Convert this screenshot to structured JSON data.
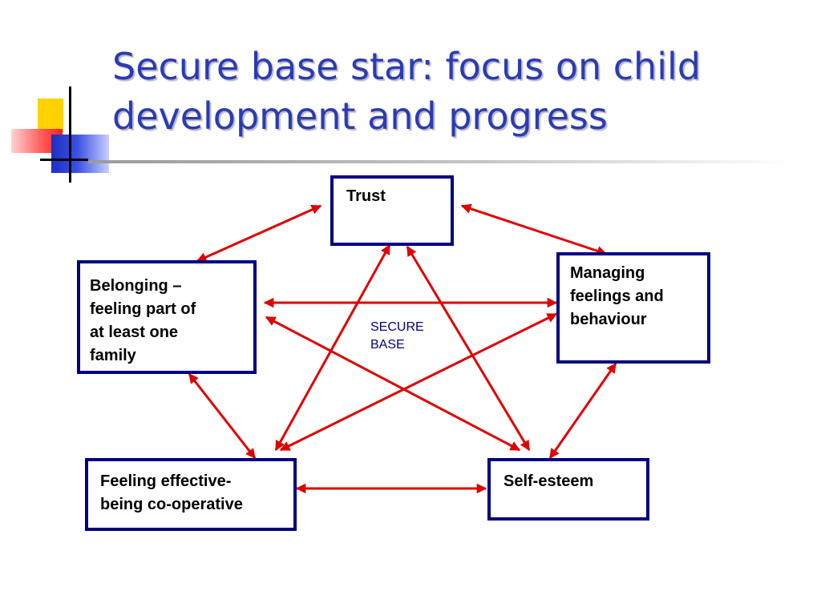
{
  "title": {
    "line1": "Secure base star: focus on child",
    "line2": "development and progress"
  },
  "center_label": {
    "line1": "SECURE",
    "line2": "BASE"
  },
  "nodes": {
    "trust": {
      "lines": [
        "Trust"
      ]
    },
    "managing": {
      "lines": [
        "Managing",
        "feelings and",
        "behaviour"
      ]
    },
    "belonging": {
      "lines": [
        "Belonging –",
        "feeling part of",
        "at least one",
        "family"
      ]
    },
    "effective": {
      "lines": [
        "Feeling effective-",
        "being co-operative"
      ]
    },
    "selfesteem": {
      "lines": [
        "Self-esteem"
      ]
    }
  },
  "connections": [
    {
      "from": "trust",
      "to": "belonging"
    },
    {
      "from": "trust",
      "to": "managing"
    },
    {
      "from": "trust",
      "to": "effective"
    },
    {
      "from": "trust",
      "to": "selfesteem"
    },
    {
      "from": "belonging",
      "to": "managing"
    },
    {
      "from": "belonging",
      "to": "selfesteem"
    },
    {
      "from": "belonging",
      "to": "effective"
    },
    {
      "from": "managing",
      "to": "effective"
    },
    {
      "from": "managing",
      "to": "selfesteem"
    },
    {
      "from": "effective",
      "to": "selfesteem"
    }
  ],
  "colors": {
    "title": "#2b3bb2",
    "box_border": "#000080",
    "arrow": "#e00000",
    "center_label": "#000080"
  }
}
